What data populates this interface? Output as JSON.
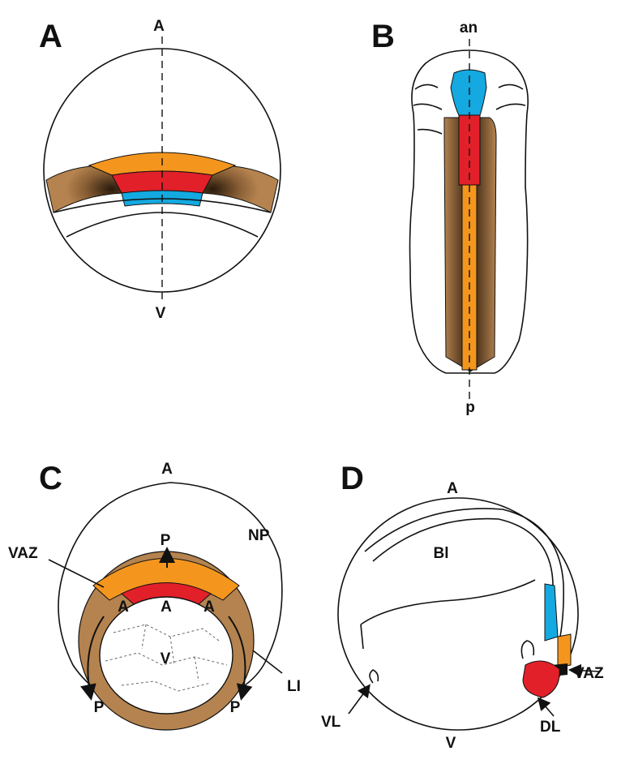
{
  "panels": {
    "A": {
      "letter": "A",
      "top_label": "A",
      "bottom_label": "V"
    },
    "B": {
      "letter": "B",
      "top_label": "an",
      "bottom_label": "p"
    },
    "C": {
      "letter": "C",
      "top_label": "A",
      "np_label": "NP",
      "vaz_label": "VAZ",
      "p_top": "P",
      "a_left": "A",
      "a_mid": "A",
      "a_right": "A",
      "v_label": "V",
      "p_left": "P",
      "p_right": "P",
      "li_label": "LI"
    },
    "D": {
      "letter": "D",
      "top_label": "A",
      "bl_label": "Bl",
      "vaz_label": "VAZ",
      "vl_label": "VL",
      "dl_label": "DL",
      "bottom_label": "V"
    }
  },
  "colors": {
    "orange": "#f4961e",
    "red": "#e2202a",
    "blue": "#14a9e0",
    "brown": "#b5834f",
    "black": "#111111"
  }
}
